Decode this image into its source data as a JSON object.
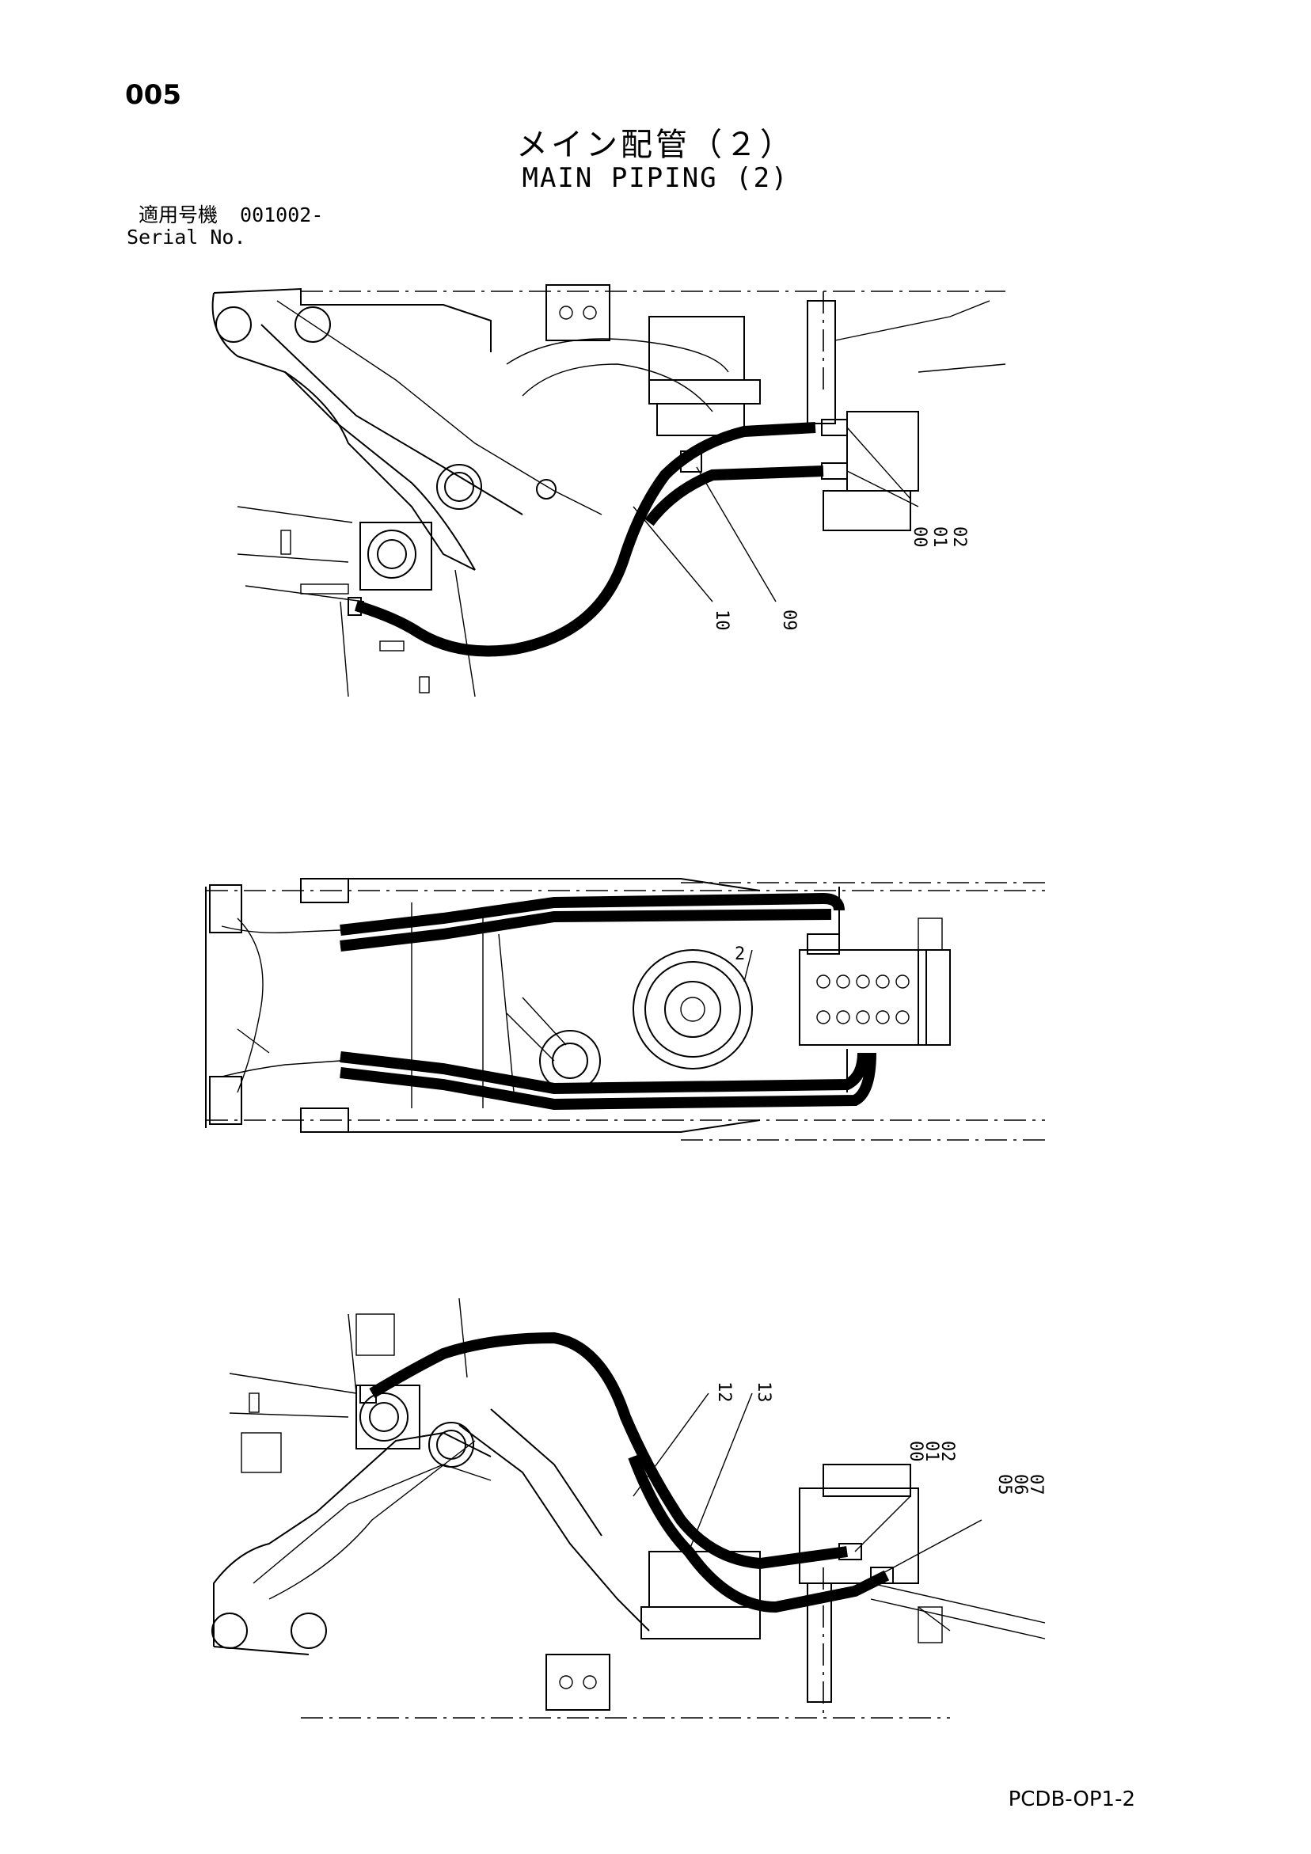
{
  "page": {
    "number": "005",
    "title_ja": "メイン配管（２）",
    "title_en": "MAIN PIPING (2)",
    "serial_label_ja": "適用号機",
    "serial_value": "001002-",
    "serial_label_en": "Serial No.",
    "footer_code": "PCDB-OP1-2"
  },
  "views": {
    "top": {
      "callouts": [
        "00",
        "01",
        "02",
        "09",
        "10"
      ]
    },
    "middle": {
      "callouts": [
        "2"
      ]
    },
    "bottom": {
      "callouts": [
        "12",
        "13",
        "00",
        "01",
        "02",
        "05",
        "06",
        "07"
      ]
    }
  }
}
